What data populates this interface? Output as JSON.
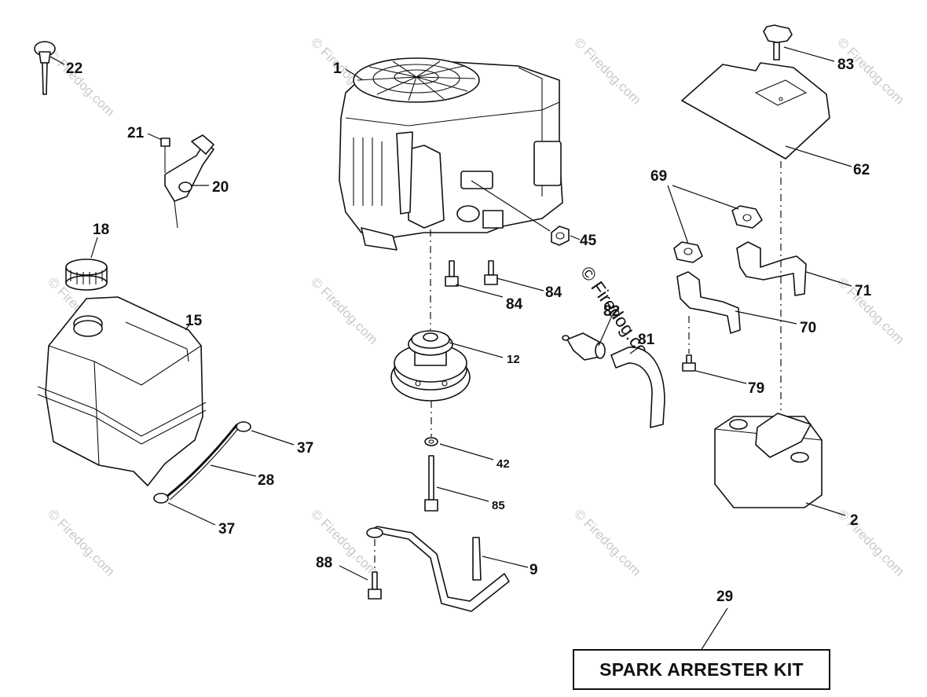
{
  "watermark": "© Firedog.com",
  "kit": {
    "label": "SPARK ARRESTER KIT",
    "number": "29"
  },
  "parts": {
    "p1": "1",
    "p2": "2",
    "p9": "9",
    "p12": "12",
    "p15": "15",
    "p18": "18",
    "p20": "20",
    "p21": "21",
    "p22": "22",
    "p28": "28",
    "p37a": "37",
    "p37b": "37",
    "p42": "42",
    "p45": "45",
    "p62": "62",
    "p69": "69",
    "p70": "70",
    "p71": "71",
    "p79": "79",
    "p81": "81",
    "p82": "82",
    "p83": "83",
    "p84a": "84",
    "p84b": "84",
    "p85": "85",
    "p88": "88"
  }
}
